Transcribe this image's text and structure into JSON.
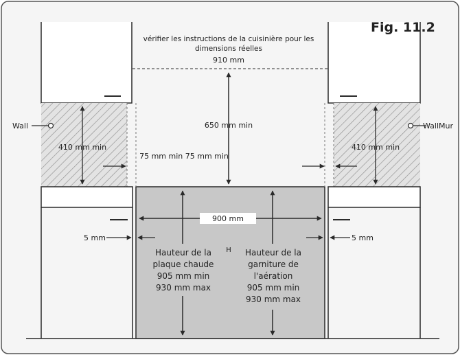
{
  "figure": {
    "title": "Fig. 11.2",
    "note_line1": "vérifier les instructions de la cuisinière pour les",
    "note_line2": "dimensions réelles"
  },
  "dimensions": {
    "width_top": "910 mm",
    "height_650": "650 mm min",
    "left_410": "410 mm min",
    "right_410": "410 mm min",
    "gap_75": "75 mm min 75 mm min",
    "width_900": "900 mm",
    "left_5": "5 mm",
    "right_5": "5 mm"
  },
  "labels": {
    "wall_left": "Wall",
    "wall_right": "WallMur",
    "h_mark": "H",
    "hotplate": [
      "Hauteur de la",
      "plaque chaude",
      "905 mm min",
      "930 mm max"
    ],
    "trim": [
      "Hauteur de la",
      "garniture de",
      "l'aération",
      "905 mm min",
      "930 mm max"
    ]
  },
  "colors": {
    "frame_bg": "#f5f5f5",
    "cabinet": "#ffffff",
    "hatch_bg": "#e3e3e3",
    "hatch_line": "#8f8f8f",
    "range": "#c8c8c8",
    "ink": "#2a2a2a"
  }
}
